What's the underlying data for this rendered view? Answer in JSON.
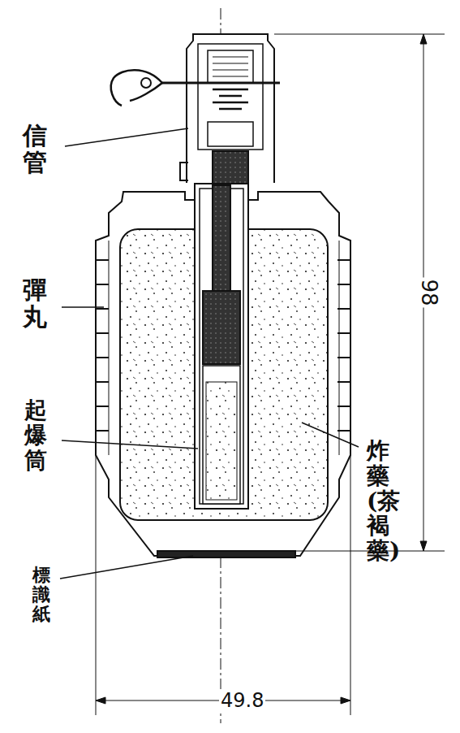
{
  "diagram": {
    "labels": [
      "信管",
      "彈丸",
      "起爆筒",
      "炸藥(茶褐藥)",
      "標識紙",
      "98",
      "49.8"
    ]
  }
}
